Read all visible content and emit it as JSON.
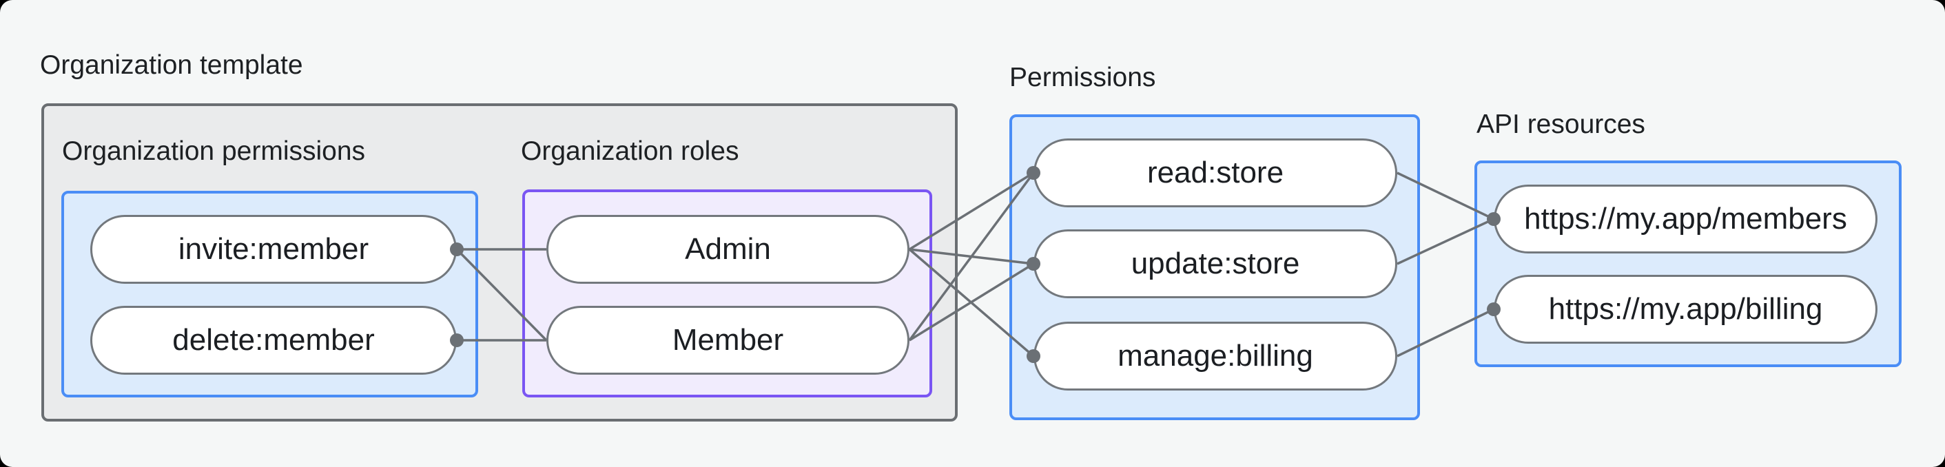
{
  "org_template_label": "Organization template",
  "groups": {
    "org_permissions": {
      "label": "Organization permissions",
      "items": {
        "invite": "invite:member",
        "delete": "delete:member"
      }
    },
    "org_roles": {
      "label": "Organization roles",
      "items": {
        "admin": "Admin",
        "member": "Member"
      }
    },
    "permissions": {
      "label": "Permissions",
      "items": {
        "read": "read:store",
        "update": "update:store",
        "manage": "manage:billing"
      }
    },
    "api_resources": {
      "label": "API resources",
      "items": {
        "members": "https://my.app/members",
        "billing": "https://my.app/billing"
      }
    }
  },
  "connections": [
    {
      "from": "invite:member",
      "to": "Admin"
    },
    {
      "from": "invite:member",
      "to": "Member"
    },
    {
      "from": "delete:member",
      "to": "Member"
    },
    {
      "from": "Admin",
      "to": "read:store"
    },
    {
      "from": "Admin",
      "to": "update:store"
    },
    {
      "from": "Admin",
      "to": "manage:billing"
    },
    {
      "from": "Member",
      "to": "read:store"
    },
    {
      "from": "Member",
      "to": "update:store"
    },
    {
      "from": "read:store",
      "to": "https://my.app/members"
    },
    {
      "from": "update:store",
      "to": "https://my.app/members"
    },
    {
      "from": "manage:billing",
      "to": "https://my.app/billing"
    }
  ],
  "colors": {
    "page_background": "#f5f7f7",
    "template_box_fill": "#eaebec",
    "template_box_border": "#6a6e72",
    "blue_box_fill": "#dcebfc",
    "blue_box_border": "#4a8df6",
    "purple_box_fill": "#f1ecfd",
    "purple_box_border": "#7a55f3",
    "connector": "#6b7075",
    "text": "#1d2023"
  }
}
